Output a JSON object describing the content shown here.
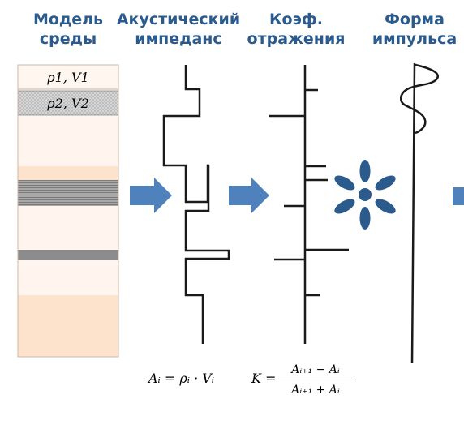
{
  "headers": [
    {
      "line1": "Модель",
      "line2": "среды"
    },
    {
      "line1": "Акустический",
      "line2": "импеданс"
    },
    {
      "line1": "Коэф.",
      "line2": "отражения"
    },
    {
      "line1": "Форма",
      "line2": "импульса"
    }
  ],
  "layers": [
    {
      "label": "ρ1, V1"
    },
    {
      "label": "ρ2, V2"
    }
  ],
  "formulas": {
    "impedance_lhs": "Aᵢ = ρᵢ · Vᵢ",
    "coef_lhs": "K =",
    "coef_numerator": "Aᵢ₊₁ − Aᵢ",
    "coef_denominator": "Aᵢ₊₁ + Aᵢ"
  },
  "operator_symbol": "*",
  "colors": {
    "header": "#2b5a8c",
    "arrow": "#4f81bd",
    "asterisk": "#2b5a8c",
    "layer_peach": "#fde3cc",
    "layer_light": "#fff4ec",
    "layer_gray": "#a6a6a6",
    "layer_dark": "#8c8c8c"
  }
}
